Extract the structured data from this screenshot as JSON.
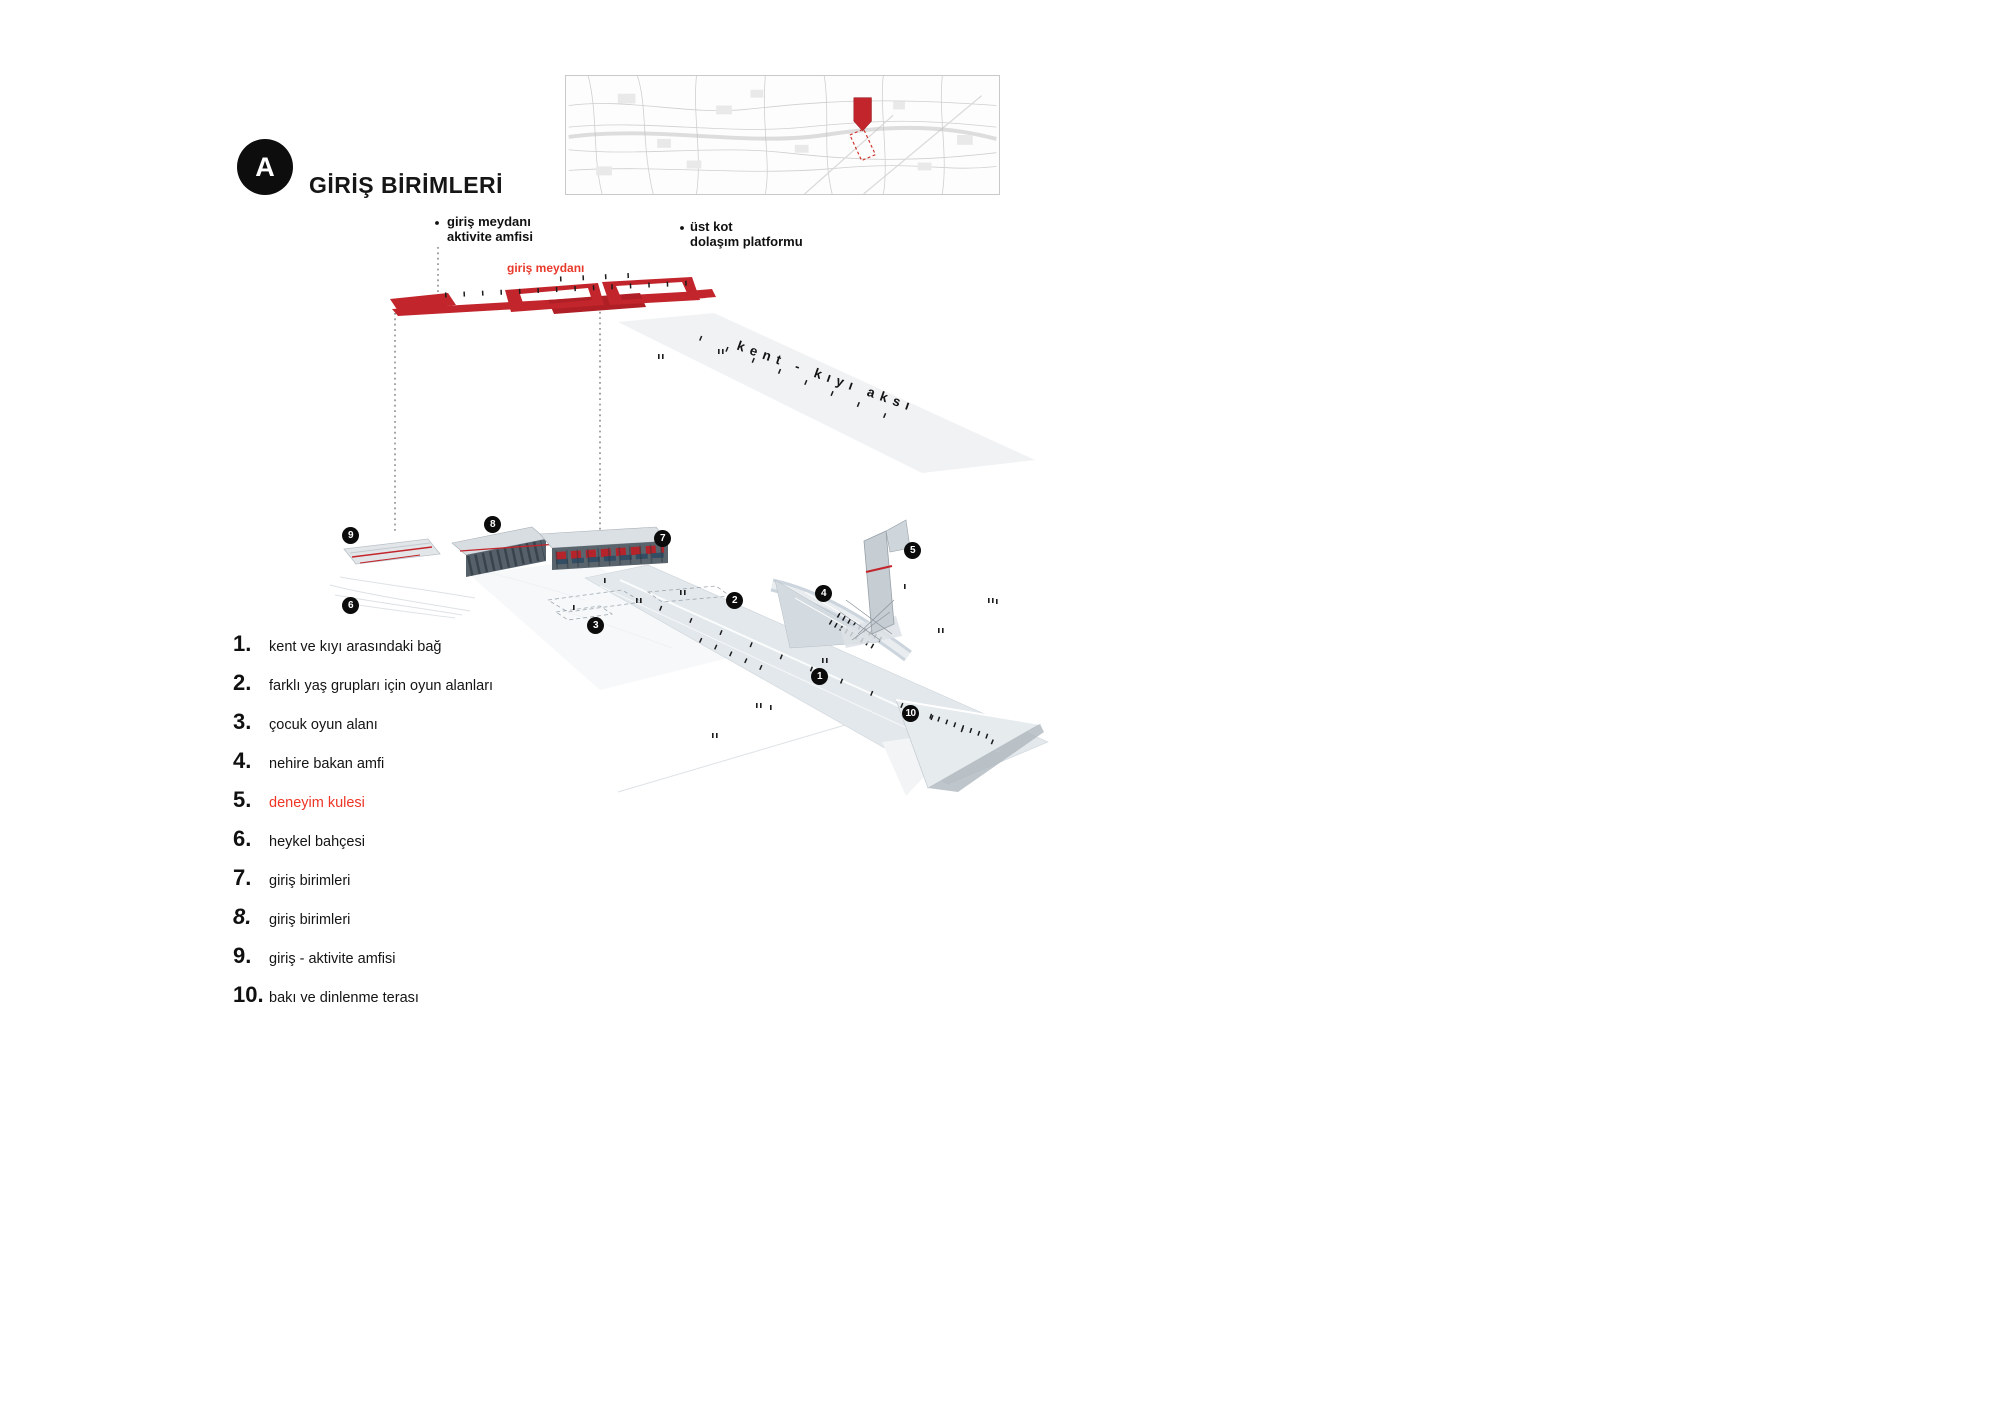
{
  "section": {
    "badge": "A",
    "title": "GİRİŞ BİRİMLERİ"
  },
  "annotations": {
    "entry_plaza": {
      "line1": "giriş meydanı",
      "line2": "aktivite amfisi"
    },
    "upper_level": {
      "line1": "üst kot",
      "line2": "dolaşım platformu"
    },
    "plaza_red": "giriş meydanı",
    "axis": "kent - kıyı aksı"
  },
  "colors": {
    "accent_red": "#c2252b",
    "legend_red": "#ee3425",
    "annotation_red": "#e8392a",
    "structure_gray": "#dbe0e4",
    "facade_dark": "#55606a"
  },
  "legend": [
    {
      "num": "1.",
      "label": "kent ve kıyı arasındaki bağ"
    },
    {
      "num": "2.",
      "label": "farklı yaş grupları için oyun alanları"
    },
    {
      "num": "3.",
      "label": "çocuk oyun alanı"
    },
    {
      "num": "4.",
      "label": "nehire bakan amfi"
    },
    {
      "num": "5.",
      "label": "deneyim kulesi"
    },
    {
      "num": "6.",
      "label": "heykel bahçesi"
    },
    {
      "num": "7.",
      "label": "giriş birimleri"
    },
    {
      "num": "8.",
      "label": "giriş birimleri"
    },
    {
      "num": "9.",
      "label": "giriş - aktivite amfisi"
    },
    {
      "num": "10.",
      "label": "bakı ve dinlenme terası"
    }
  ],
  "markers": [
    {
      "label": "1"
    },
    {
      "label": "2"
    },
    {
      "label": "3"
    },
    {
      "label": "4"
    },
    {
      "label": "5"
    },
    {
      "label": "6"
    },
    {
      "label": "7"
    },
    {
      "label": "8"
    },
    {
      "label": "9"
    },
    {
      "label": "10"
    }
  ]
}
